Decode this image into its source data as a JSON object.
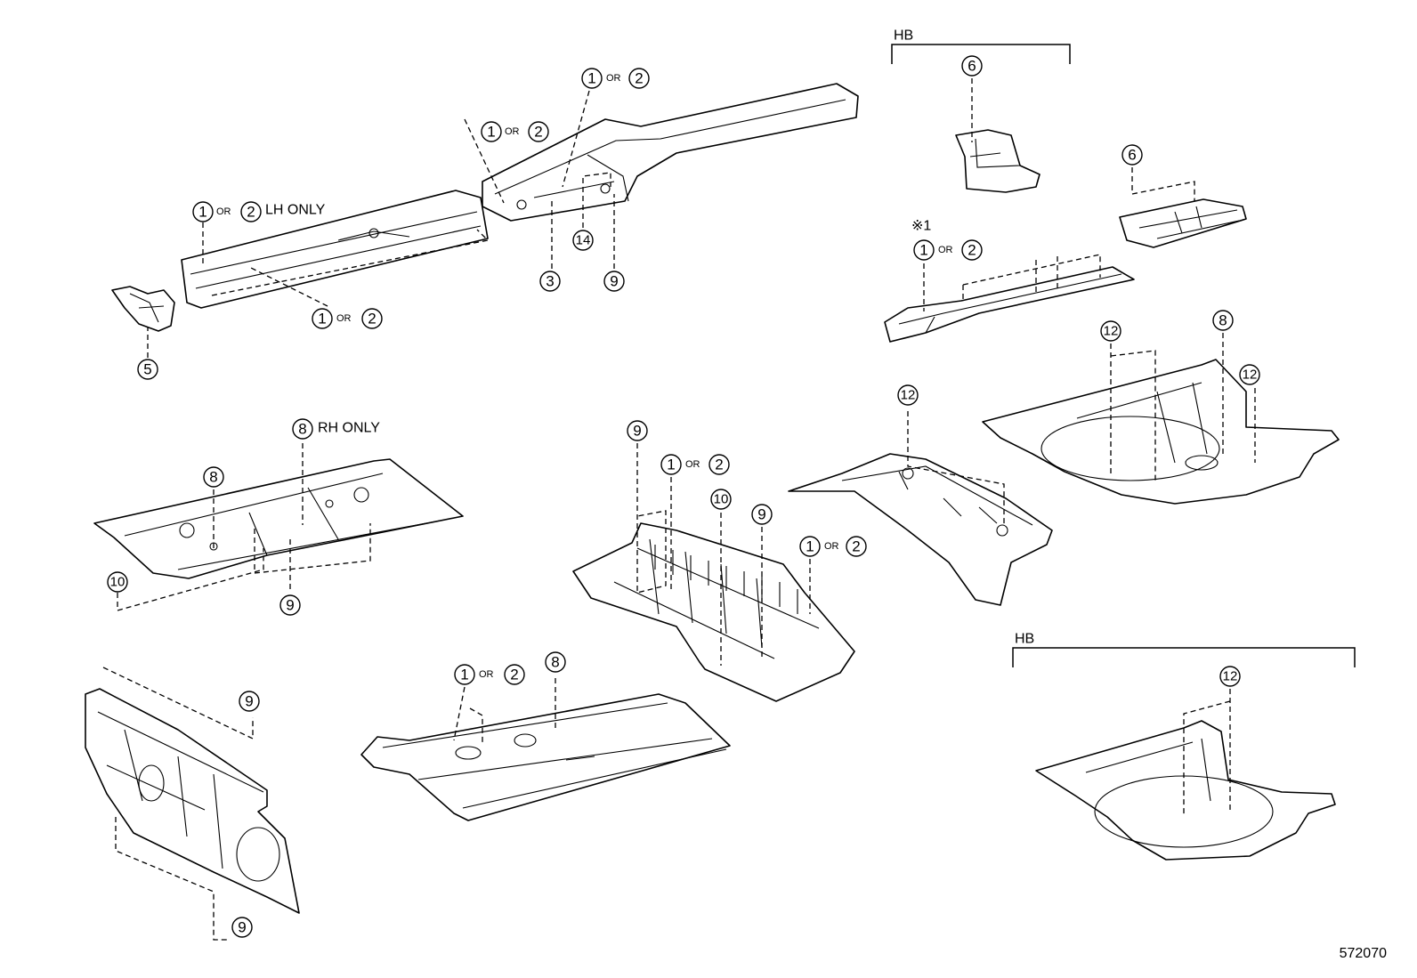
{
  "labels": {
    "one": "1",
    "two": "2",
    "three": "3",
    "five": "5",
    "six": "6",
    "eight": "8",
    "nine": "9",
    "ten": "10",
    "twelve": "12",
    "fourteen": "14",
    "or": "OR",
    "lh_only": "LH ONLY",
    "rh_only": "RH ONLY",
    "hb": "HB",
    "note_mark": "※1"
  },
  "diagram_code": "572070"
}
